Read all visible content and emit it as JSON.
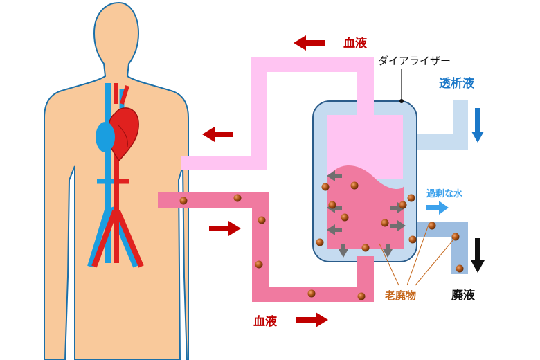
{
  "labels": {
    "blood_top": "血液",
    "blood_bottom": "血液",
    "dialyzer": "ダイアライザー",
    "dialysate": "透析液",
    "excess_water": "過剰な水",
    "waste_products": "老廃物",
    "waste_fluid": "廃液"
  },
  "colors": {
    "skin": "#f9c99b",
    "skin_outline": "#1b6fa8",
    "artery": "#e0211f",
    "vein": "#1a9ee0",
    "blood_out_tube": "#f07aa0",
    "blood_return_tube": "#ffc4f2",
    "dialyzer_shell": "#c5dbf0",
    "dialysate_tube": "#c8ddf0",
    "red_arrow": "#c00000",
    "blue_text": "#1b78c8",
    "waste_text": "#c5671b",
    "particle": "#b0571a"
  },
  "icons": [
    "human-body-silhouette",
    "heart-icon",
    "red-arrow",
    "blue-arrow",
    "black-arrow",
    "gray-arrow",
    "waste-particle"
  ]
}
